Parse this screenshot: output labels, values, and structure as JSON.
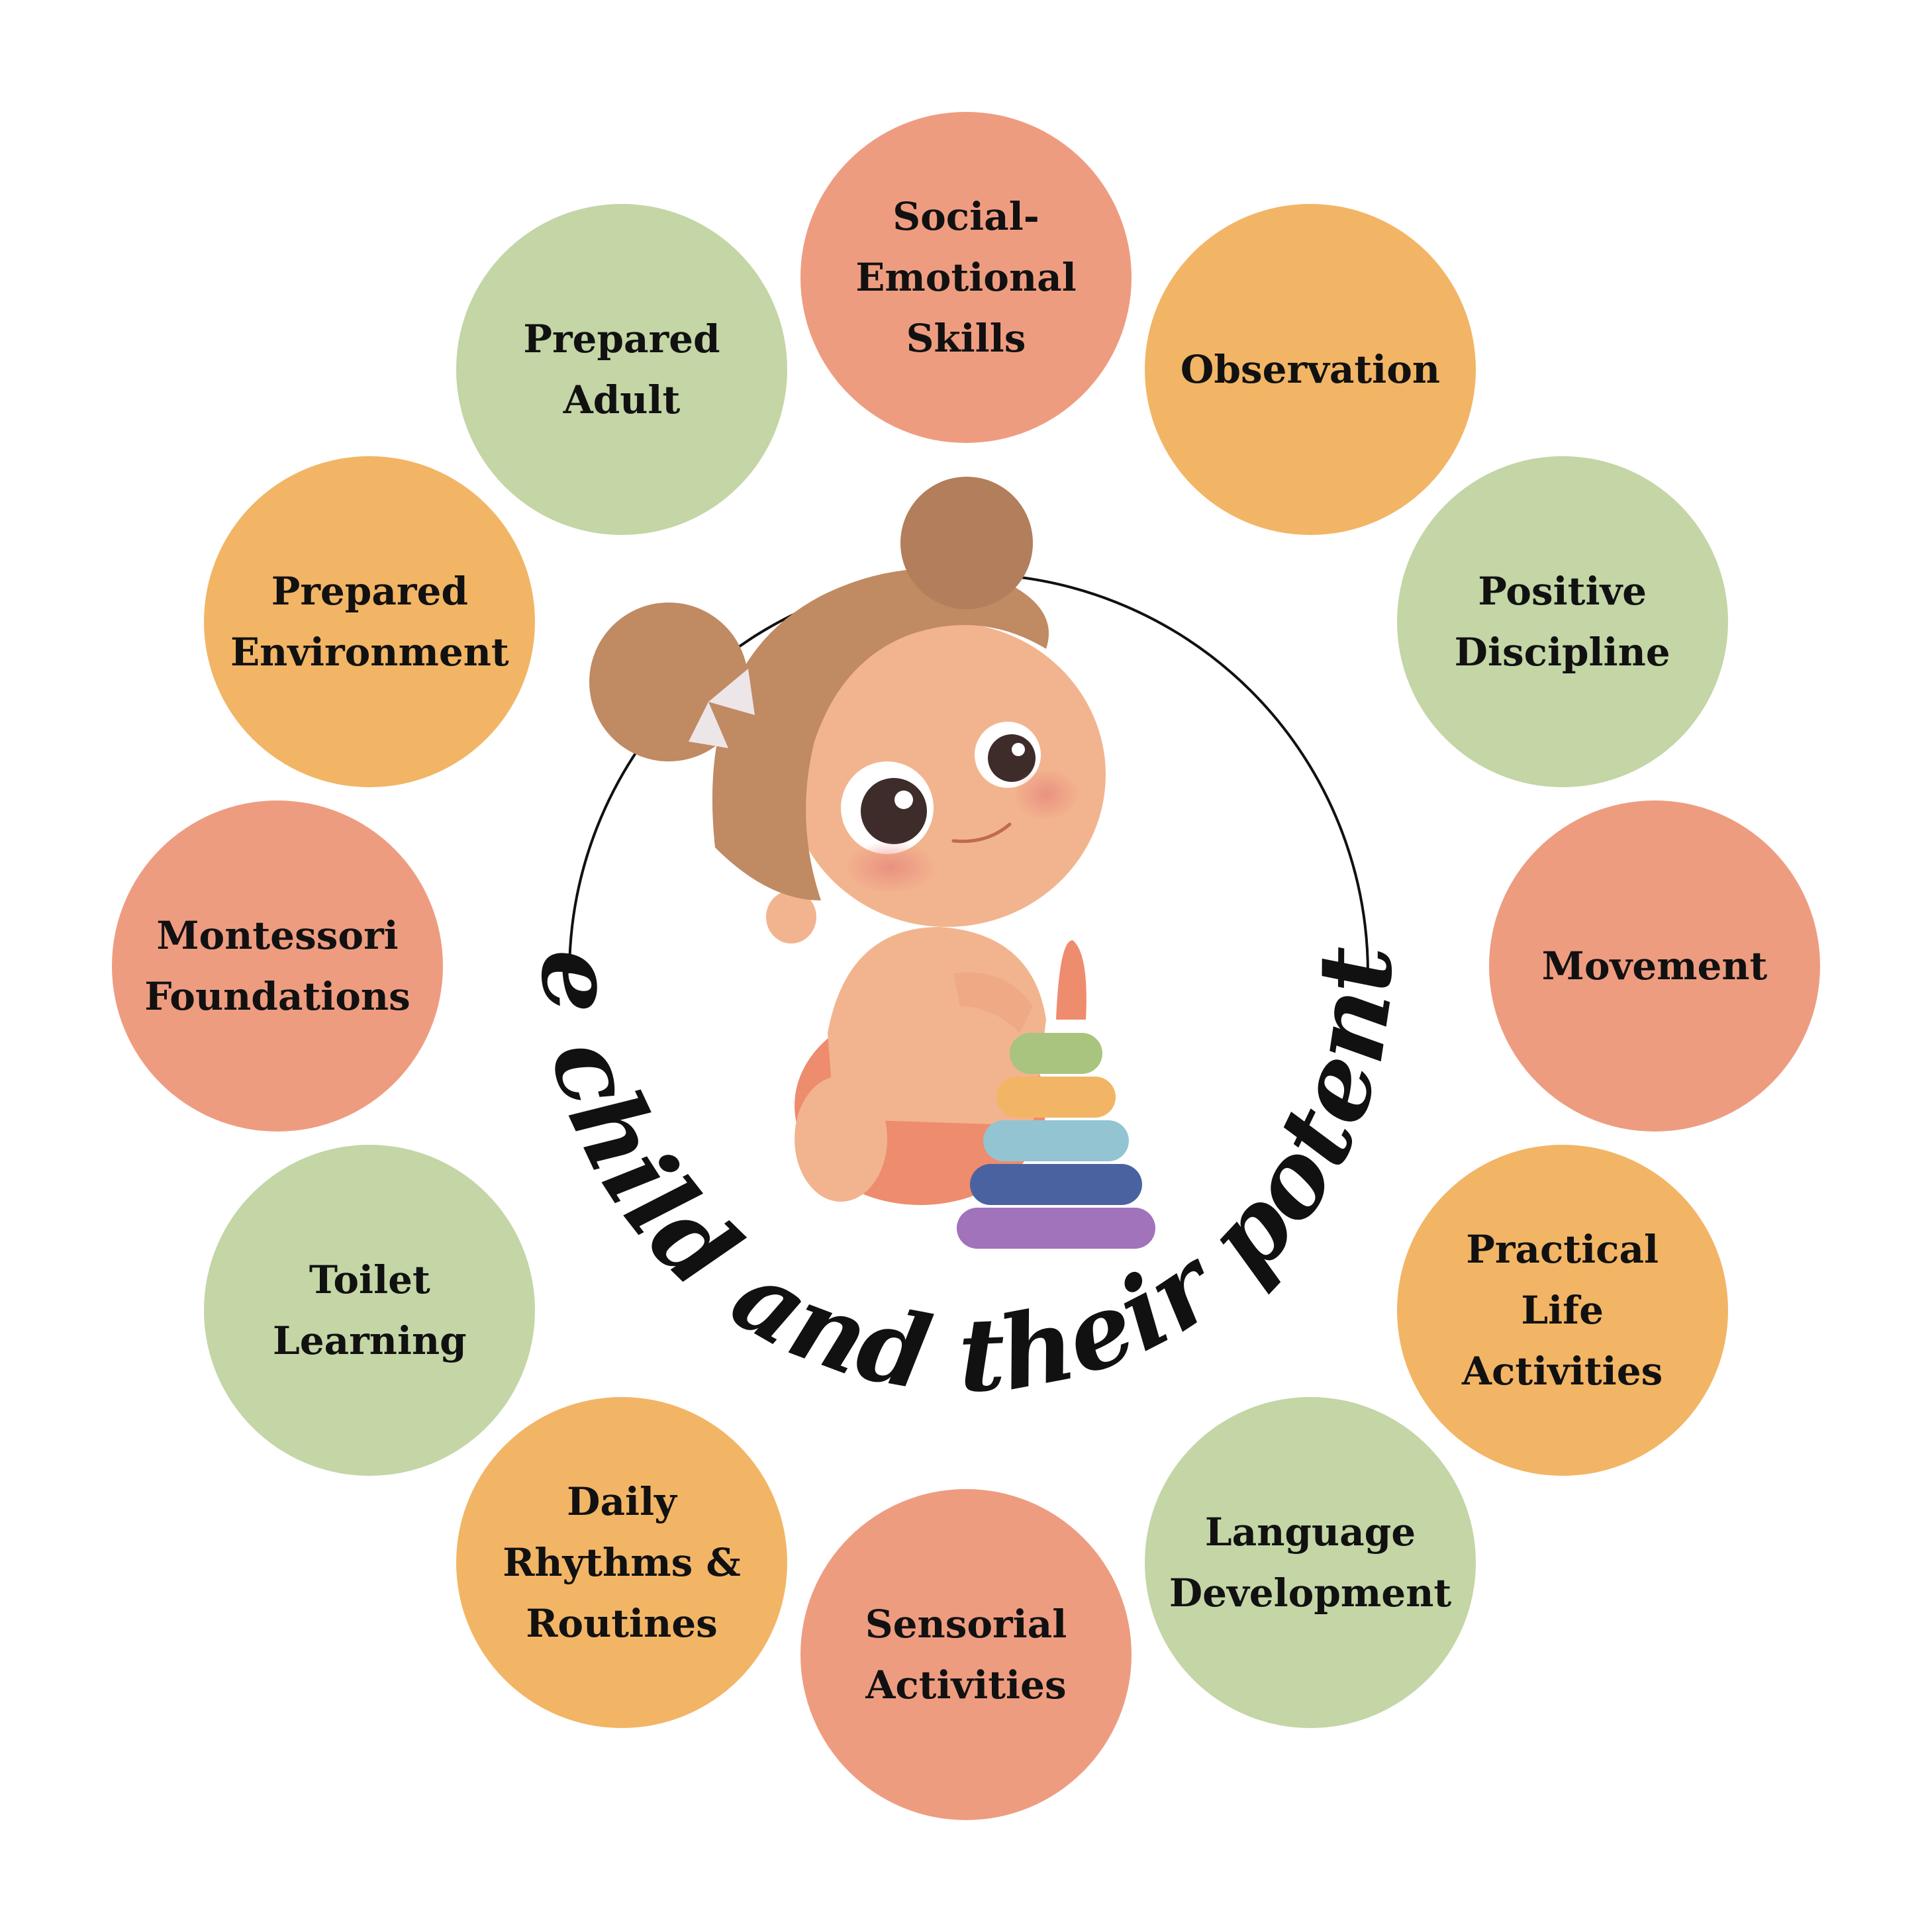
{
  "tagline": "The child and their potential",
  "colors": {
    "salmon": "#EE9C80",
    "orange": "#F2B565",
    "sage": "#C4D5A6"
  },
  "topics": [
    {
      "label": "Social-\nEmotional\nSkills",
      "color": "salmon"
    },
    {
      "label": "Observation",
      "color": "orange"
    },
    {
      "label": "Positive\nDiscipline",
      "color": "sage"
    },
    {
      "label": "Movement",
      "color": "salmon"
    },
    {
      "label": "Practical\nLife\nActivities",
      "color": "orange"
    },
    {
      "label": "Language\nDevelopment",
      "color": "sage"
    },
    {
      "label": "Sensorial\nActivities",
      "color": "salmon"
    },
    {
      "label": "Daily\nRhythms &\nRoutines",
      "color": "orange"
    },
    {
      "label": "Toilet\nLearning",
      "color": "sage"
    },
    {
      "label": "Montessori\nFoundations",
      "color": "salmon"
    },
    {
      "label": "Prepared\nEnvironment",
      "color": "orange"
    },
    {
      "label": "Prepared\nAdult",
      "color": "sage"
    }
  ],
  "illustration": {
    "subject": "baby-with-stacking-rings",
    "ring_colors": [
      "#A8C47E",
      "#F2B565",
      "#93C4D2",
      "#4A63A0",
      "#A073BB"
    ]
  }
}
